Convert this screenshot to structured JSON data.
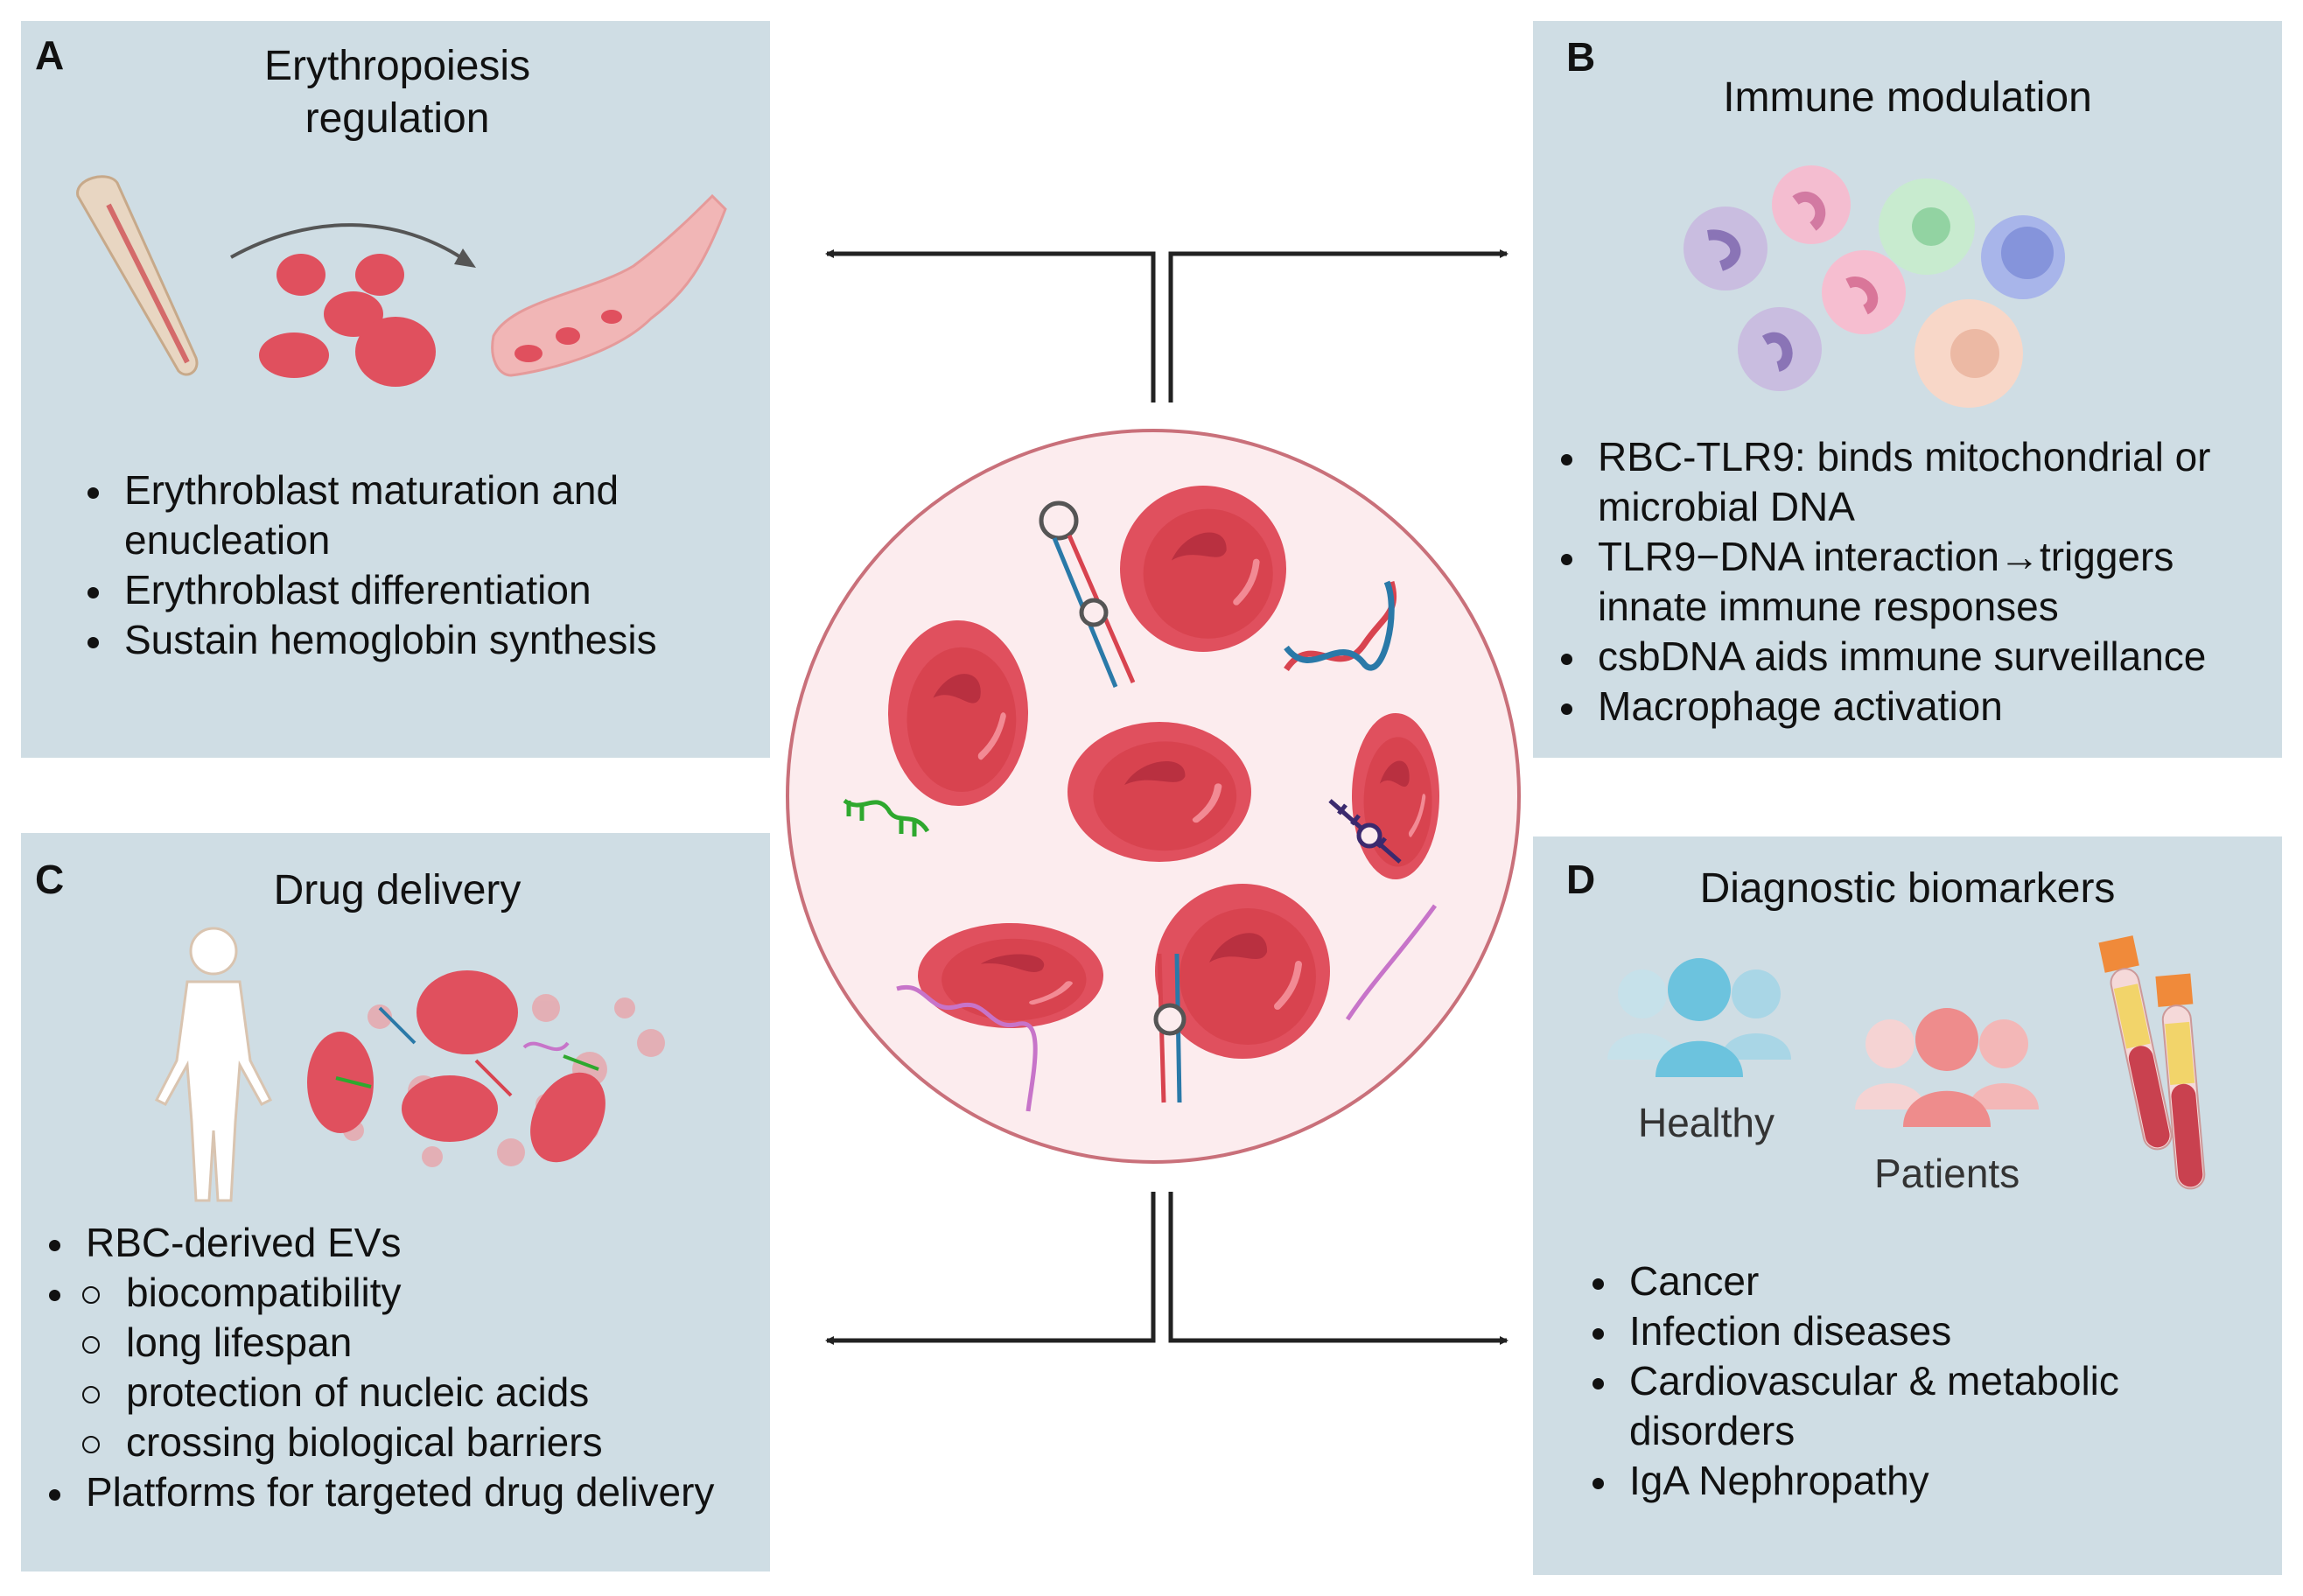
{
  "panels": {
    "a": {
      "letter": "A",
      "title_line1": "Erythropoiesis",
      "title_line2": "regulation",
      "bullets": [
        "Erythroblast maturation and enucleation",
        "Erythroblast differentiation",
        "Sustain hemoglobin synthesis"
      ]
    },
    "b": {
      "letter": "B",
      "title": "Immune modulation",
      "bullets": [
        "RBC-TLR9: binds mitochondrial or microbial DNA",
        "TLR9−DNA interaction→triggers innate immune responses",
        "csbDNA aids immune surveillance",
        "Macrophage activation"
      ]
    },
    "c": {
      "letter": "C",
      "title": "Drug delivery",
      "bullets": [
        "RBC-derived EVs",
        "Platforms for targeted drug delivery"
      ],
      "sub_bullets": [
        "biocompatibility",
        "long lifespan",
        "protection of nucleic acids",
        "crossing biological barriers"
      ]
    },
    "d": {
      "letter": "D",
      "title": "Diagnostic biomarkers",
      "healthy_label": "Healthy",
      "patients_label": "Patients",
      "bullets": [
        "Cancer",
        "Infection diseases",
        "Cardiovascular & metabolic disorders",
        "IgA Nephropathy"
      ]
    }
  },
  "colors": {
    "panel_bg": "#cfdde4",
    "rbc": "#e0505e",
    "circle_bg": "#fcecee",
    "circle_border": "#c9707a"
  },
  "icons": [
    "bone-icon",
    "red-blood-cell-icon",
    "blood-vessel-icon",
    "immune-cells-icon",
    "human-body-icon",
    "extracellular-vesicle-icon",
    "people-group-icon",
    "blood-tube-icon",
    "dna-icon",
    "rna-hairpin-icon",
    "arrow-icon"
  ]
}
